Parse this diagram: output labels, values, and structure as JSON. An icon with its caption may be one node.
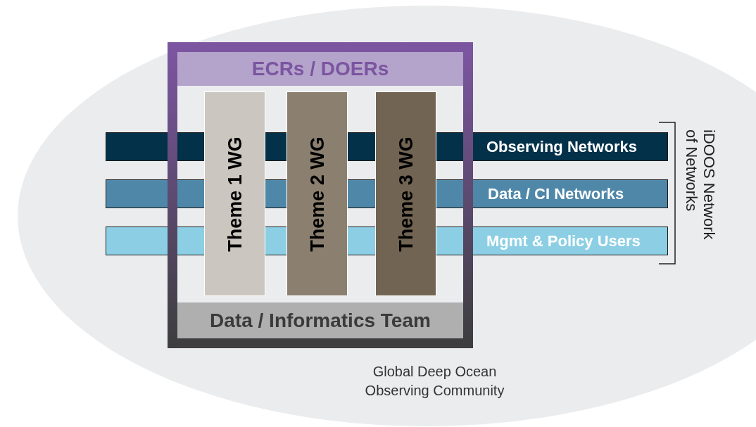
{
  "diagram": {
    "nodes": [
      {
        "text": [
          "Global Deep Ocean Observing Community"
        ]
      },
      {
        "text": [],
        "shape": "box",
        "in": 0
      },
      {
        "text": [
          "ECRs / DOERs"
        ],
        "in": 1
      },
      {
        "text": [
          "Data / Informatics Team"
        ],
        "in": 1
      },
      {
        "text": [
          "Theme 1 WG"
        ],
        "in": 1
      },
      {
        "text": [
          "Theme 2 WG"
        ],
        "in": 1
      },
      {
        "text": [
          "Theme 3 WG"
        ],
        "in": 1
      },
      {
        "text": [
          "Observing Networks"
        ],
        "in": 0
      },
      {
        "text": [
          "Data / CI Networks"
        ],
        "in": 0
      },
      {
        "text": [
          "Mgmt & Policy Users"
        ],
        "in": 0
      }
    ],
    "edges": [],
    "labels": [
      "iDOOS Network of Networks"
    ]
  }
}
